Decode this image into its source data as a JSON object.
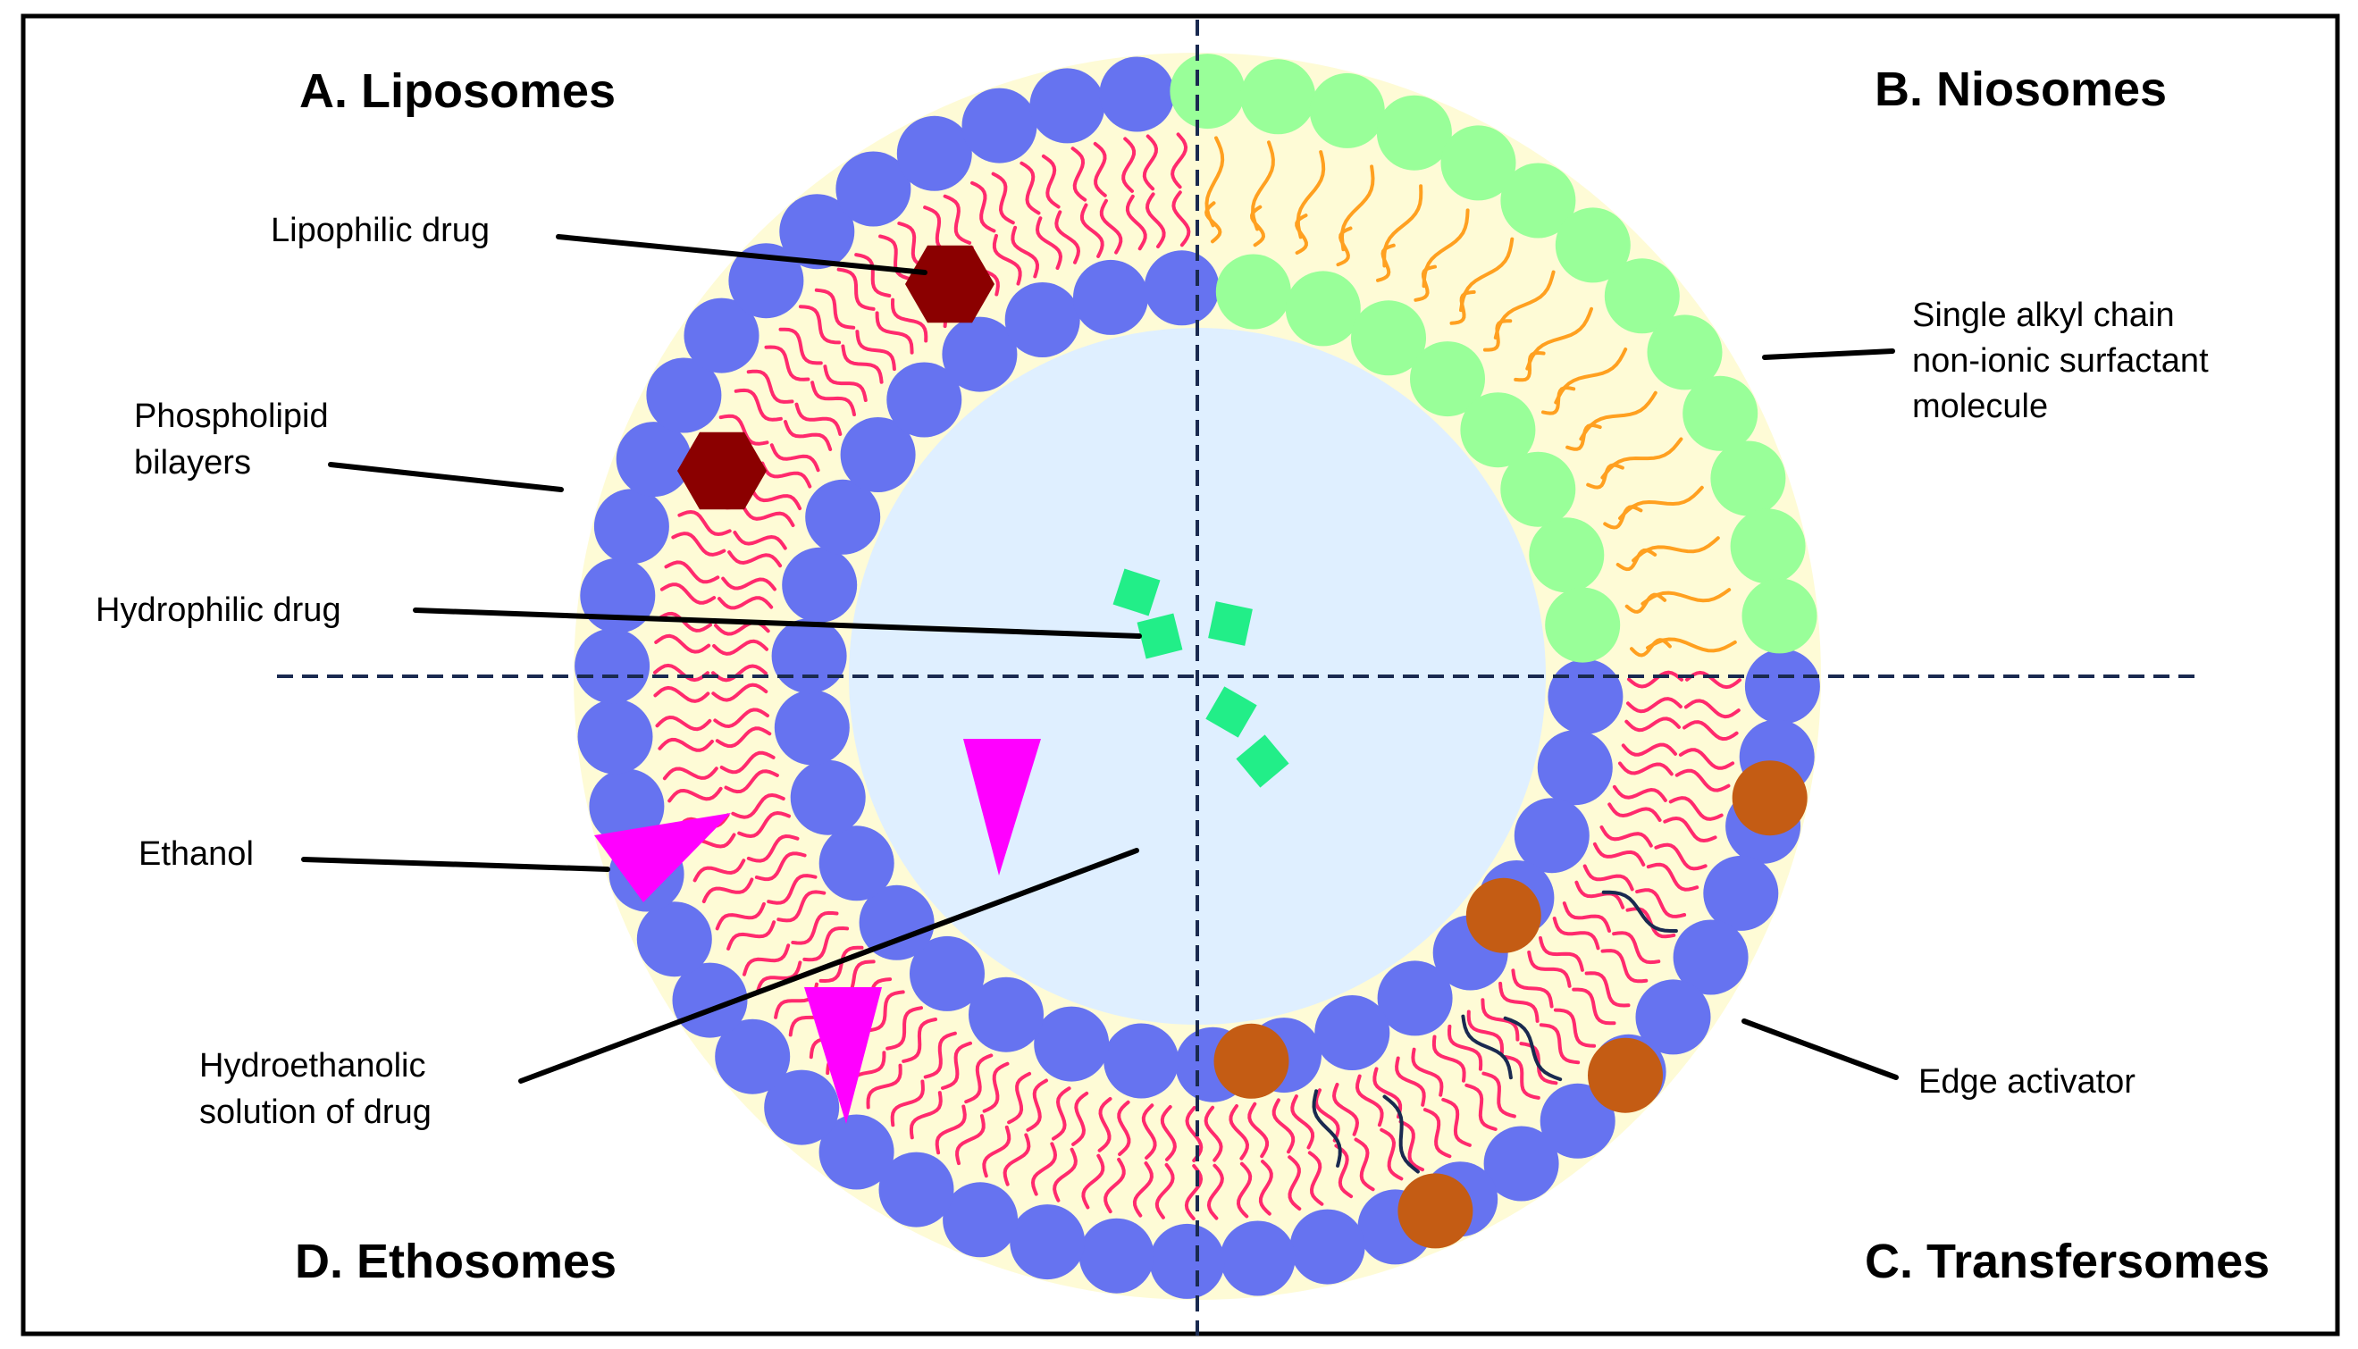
{
  "titles": {
    "liposomes": "A. Liposomes",
    "niosomes": "B. Niosomes",
    "transfersomes": "C. Transfersomes",
    "ethosomes": "D. Ethosomes"
  },
  "labels": {
    "lipophilic_drug": "Lipophilic drug",
    "phospholipid_l1": "Phospholipid",
    "phospholipid_l2": "bilayers",
    "hydrophilic_drug": "Hydrophilic drug",
    "ethanol": "Ethanol",
    "hydroethanolic_l1": "Hydroethanolic",
    "hydroethanolic_l2": "solution of drug",
    "surfactant_l1": "Single alkyl chain",
    "surfactant_l2": "non-ionic surfactant",
    "surfactant_l3": "molecule",
    "edge_activator": "Edge activator"
  },
  "colors": {
    "phospholipid_head": "#6673f0",
    "surfactant_head": "#99ff99",
    "edge_activator": "#c45c14",
    "lipid_tail": "#ff2a6d",
    "surfactant_tail": "#ffa020",
    "edge_activator_tail": "#1a2a50",
    "bilayer_fill": "#fefbd6",
    "aqueous_core": "#dfefff",
    "lipophilic_drug": "#8b0000",
    "hydrophilic_drug": "#22ee88",
    "ethanol": "#ff00ff",
    "divider": "#1a2a50"
  }
}
